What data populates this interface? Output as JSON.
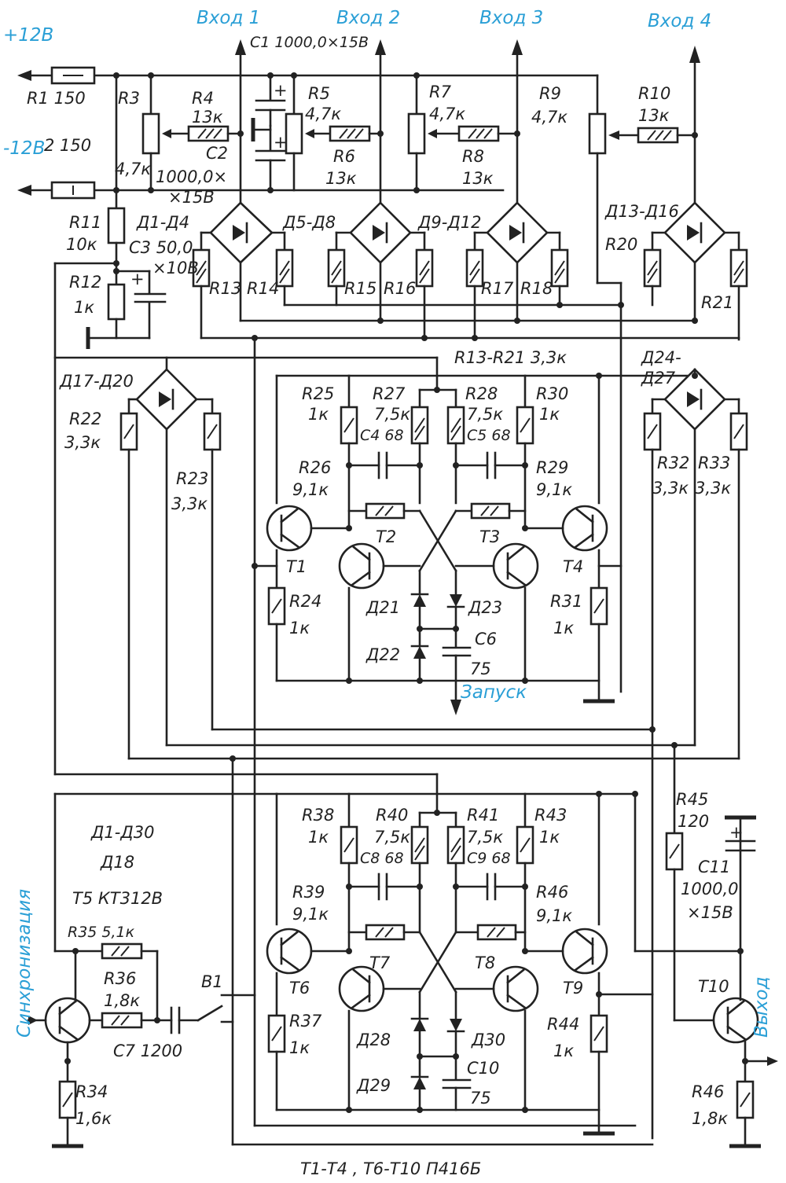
{
  "inputs": [
    "Вход 1",
    "Вход 2",
    "Вход 3",
    "Вход 4"
  ],
  "supply": {
    "plus": "+12В",
    "minus": "-12В"
  },
  "labels": {
    "r1": "R1  150",
    "r2": "2  150",
    "r3": "R3",
    "r3v": "4,7к",
    "r4": "R4",
    "r4v": "13к",
    "c1": "С1 1000,0×15В",
    "c2": "С2",
    "c2v": "1000,0×",
    "c2v2": "×15В",
    "r5": "R5",
    "r5v": "4,7к",
    "r6": "R6",
    "r6v": "13к",
    "r7": "R7",
    "r7v": "4,7к",
    "r8": "R8",
    "r8v": "13к",
    "r9": "R9",
    "r9v": "4,7к",
    "r10": "R10",
    "r10v": "13к",
    "r11": "R11",
    "r11v": "10к",
    "r12": "R12",
    "r12v": "1к",
    "c3": "С3 50,0",
    "c3v": "×10В",
    "d1": "Д1-Д4",
    "d5": "Д5-Д8",
    "d9": "Д9-Д12",
    "d13": "Д13-Д16",
    "r13": "R13",
    "r14": "R14",
    "r15": "R15",
    "r16": "R16",
    "r17": "R17",
    "r18": "R18",
    "r20": "R20",
    "r21": "R21",
    "r13_21": "R13-R21  3,3к",
    "d17": "Д17-Д20",
    "d24": "Д24-",
    "d24b": "Д27",
    "r22": "R22",
    "r22v": "3,3к",
    "r23": "R23",
    "r23v": "3,3к",
    "r32": "R32",
    "r32v": "3,3к",
    "r33": "R33",
    "r33v": "3,3к",
    "r25": "R25",
    "r25v": "1к",
    "r27": "R27",
    "r27v": "7,5к",
    "c4": "С4  68",
    "r28": "R28",
    "r28v": "7,5к",
    "c5": "С5  68",
    "r30": "R30",
    "r30v": "1к",
    "r26": "R26",
    "r26v": "9,1к",
    "r29": "R29",
    "r29v": "9,1к",
    "t1": "Т1",
    "t2": "Т2",
    "t3": "Т3",
    "t4": "Т4",
    "r24": "R24",
    "r24v": "1к",
    "r31": "R31",
    "r31v": "1к",
    "d21": "Д21",
    "d22": "Д22",
    "d23": "Д23",
    "c6": "С6",
    "c6v": "75",
    "start": "Запуск",
    "dall": "Д1-Д30",
    "d18": "Д18",
    "t5": "Т5   КТ312В",
    "sync": "Синхронизация",
    "r35": "R35  5,1к",
    "r36": "R36",
    "r36v": "1,8к",
    "c7": "С7 1200",
    "b1": "В1",
    "r34": "R34",
    "r34v": "1,6к",
    "r38": "R38",
    "r38v": "1к",
    "r40": "R40",
    "r40v": "7,5к",
    "c8": "С8  68",
    "r41": "R41",
    "r41v": "7,5к",
    "c9": "С9  68",
    "r43": "R43",
    "r43v": "1к",
    "r39": "R39",
    "r39v": "9,1к",
    "r46a": "R46",
    "r46av": "9,1к",
    "t6": "Т6",
    "t7": "Т7",
    "t8": "Т8",
    "t9": "Т9",
    "t10": "Т10",
    "r37": "R37",
    "r37v": "1к",
    "r44": "R44",
    "r44v": "1к",
    "d28": "Д28",
    "d29": "Д29",
    "d30": "Д30",
    "c10": "С10",
    "c10v": "75",
    "r45": "R45",
    "r45v": "120",
    "c11": "С11",
    "c11v": "1000,0",
    "c11v2": "×15В",
    "out": "Выход",
    "r46b": "R46",
    "r46bv": "1,8к",
    "footer": "Т1-Т4 , Т6-Т10  П416Б"
  },
  "colors": {
    "ink": "#222222",
    "accent": "#2a9fd6"
  }
}
